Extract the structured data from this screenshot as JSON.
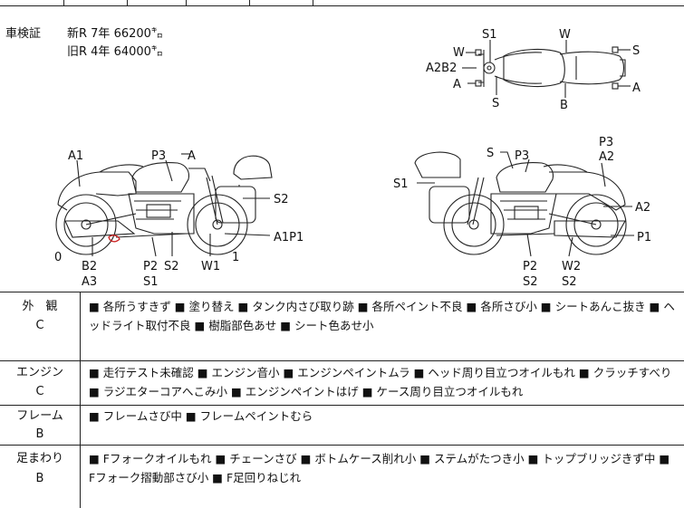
{
  "inspection": {
    "label": "車検証",
    "new_line": "新R 7年 66200㌔",
    "old_line": "旧R 4年 64000㌔"
  },
  "top_view": {
    "labels": [
      "S1",
      "W",
      "W",
      "S",
      "A2B2",
      "A",
      "A",
      "S",
      "B"
    ]
  },
  "left_side": {
    "labels": [
      "A1",
      "P3",
      "A",
      "S2",
      "A1P1",
      "0",
      "1",
      "B2",
      "A3",
      "P2",
      "S2",
      "S1",
      "W1"
    ]
  },
  "right_side": {
    "labels": [
      "P3",
      "A2",
      "S",
      "P3",
      "S1",
      "A2",
      "P1",
      "P2",
      "S2",
      "W2",
      "S2"
    ]
  },
  "sections": [
    {
      "name": "外　観",
      "grade": "C",
      "notes": "■ 各所うすきず ■ 塗り替え ■ タンク内さび取り跡 ■ 各所ペイント不良 ■ 各所さび小 ■ シートあんこ抜き ■ ヘッドライト取付不良 ■ 樹脂部色あせ ■ シート色あせ小"
    },
    {
      "name": "エンジン",
      "grade": "C",
      "notes": "■ 走行テスト未確認 ■ エンジン音小 ■ エンジンペイントムラ ■ ヘッド周り目立つオイルもれ ■ クラッチすべり ■ ラジエターコアへこみ小 ■ エンジンペイントはげ ■ ケース周り目立つオイルもれ"
    },
    {
      "name": "フレーム",
      "grade": "B",
      "notes": "■ フレームさび中 ■ フレームペイントむら"
    },
    {
      "name": "足まわり",
      "grade": "B",
      "notes": "■ Fフォークオイルもれ ■ チェーンさび ■ ボトムケース削れ小 ■ ステムがたつき小 ■ トップブリッジきず中 ■ Fフォーク摺動部さび小 ■ F足回りねじれ"
    }
  ],
  "colors": {
    "line": "#222222",
    "mark": "#cc2222",
    "bike_fill": "#ffffff"
  }
}
